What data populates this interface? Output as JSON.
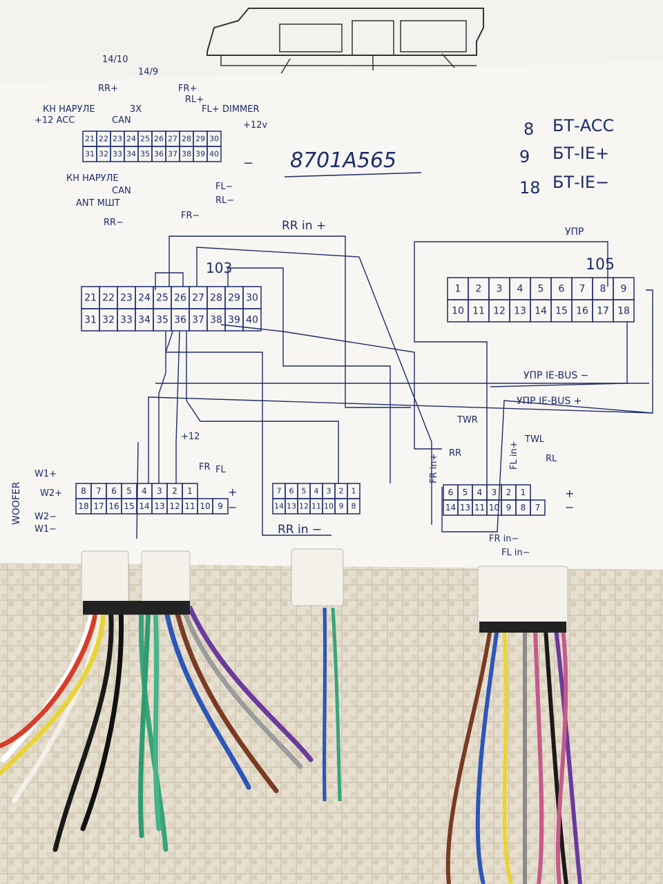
{
  "top_sheet": {
    "title": "connector diagram"
  },
  "part_number": "8701A565",
  "legend": [
    {
      "pin": "8",
      "label": "БТ-ACC"
    },
    {
      "pin": "9",
      "label": "БТ-IE+"
    },
    {
      "pin": "18",
      "label": "БТ-IE−"
    }
  ],
  "small_connector": {
    "row1": [
      "21",
      "22",
      "23",
      "24",
      "25",
      "26",
      "27",
      "28",
      "29",
      "30"
    ],
    "row2": [
      "31",
      "32",
      "33",
      "34",
      "35",
      "36",
      "37",
      "38",
      "39",
      "40"
    ],
    "labels_top": [
      "14/10",
      "14/9",
      "RR+",
      "FR+",
      "RL+",
      "FL+",
      "DIMMER",
      "+12v",
      "3X",
      "CAN",
      "КН НАРУЛЕ",
      "+12 ACC"
    ],
    "labels_bottom": [
      "КН НАРУЛЕ",
      "CAN",
      "ANT МШТ",
      "RR−",
      "FR−",
      "RL−",
      "FL−"
    ],
    "minus": "−"
  },
  "connector_103": {
    "id": "103",
    "row1": [
      "21",
      "22",
      "23",
      "24",
      "25",
      "26",
      "27",
      "28",
      "29",
      "30"
    ],
    "row2": [
      "31",
      "32",
      "33",
      "34",
      "35",
      "36",
      "37",
      "38",
      "39",
      "40"
    ]
  },
  "connector_105": {
    "id": "105",
    "label": "УПР",
    "row1": [
      "1",
      "2",
      "3",
      "4",
      "5",
      "6",
      "7",
      "8",
      "9"
    ],
    "row2": [
      "10",
      "11",
      "12",
      "13",
      "14",
      "15",
      "16",
      "17",
      "18"
    ]
  },
  "bus_labels": [
    "УПР IE-BUS −",
    "УПР IE-BUS +"
  ],
  "rr_in_plus": "RR in +",
  "rr_in_minus": "RR in −",
  "woofer": {
    "title": "WOOFER",
    "row1": [
      "8",
      "7",
      "6",
      "5",
      "4",
      "3",
      "2",
      "1"
    ],
    "row2": [
      "18",
      "17",
      "16",
      "15",
      "14",
      "13",
      "12",
      "11",
      "10",
      "9"
    ],
    "side_labels": [
      "W1+",
      "W2+",
      "W2−",
      "W1−"
    ],
    "top_labels": [
      "+12",
      "FR",
      "FL"
    ],
    "plus": "+",
    "minus": "−"
  },
  "rr_connector": {
    "row1": [
      "7",
      "6",
      "5",
      "4",
      "3",
      "2",
      "1"
    ],
    "row2": [
      "14",
      "13",
      "12",
      "11",
      "10",
      "9",
      "8"
    ]
  },
  "front_connector": {
    "row1": [
      "6",
      "5",
      "4",
      "3",
      "2",
      "1"
    ],
    "row2": [
      "14",
      "13",
      "11",
      "10",
      "9",
      "8",
      "7"
    ],
    "labels": [
      "FR in+",
      "RR",
      "TWR",
      "FL in+",
      "TWL",
      "RL",
      "FR in−",
      "FL in−"
    ],
    "plus": "+",
    "minus": "−"
  }
}
